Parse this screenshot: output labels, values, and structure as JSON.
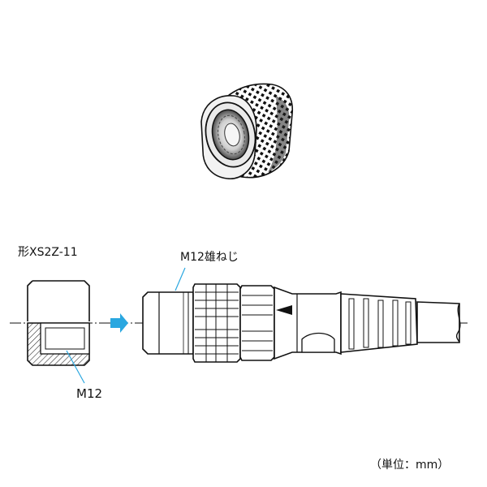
{
  "labels": {
    "model": "形XS2Z-11",
    "male_thread": "M12雄ねじ",
    "internal_thread": "M12",
    "unit_note": "（単位：mm）"
  },
  "colors": {
    "line": "#111111",
    "arrow": "#2aa7e0",
    "leader": "#2aa7e0",
    "hatch": "#333333",
    "cavity": "#e6e6e6"
  },
  "icons": {
    "flow_arrow": "right-arrow-icon"
  }
}
